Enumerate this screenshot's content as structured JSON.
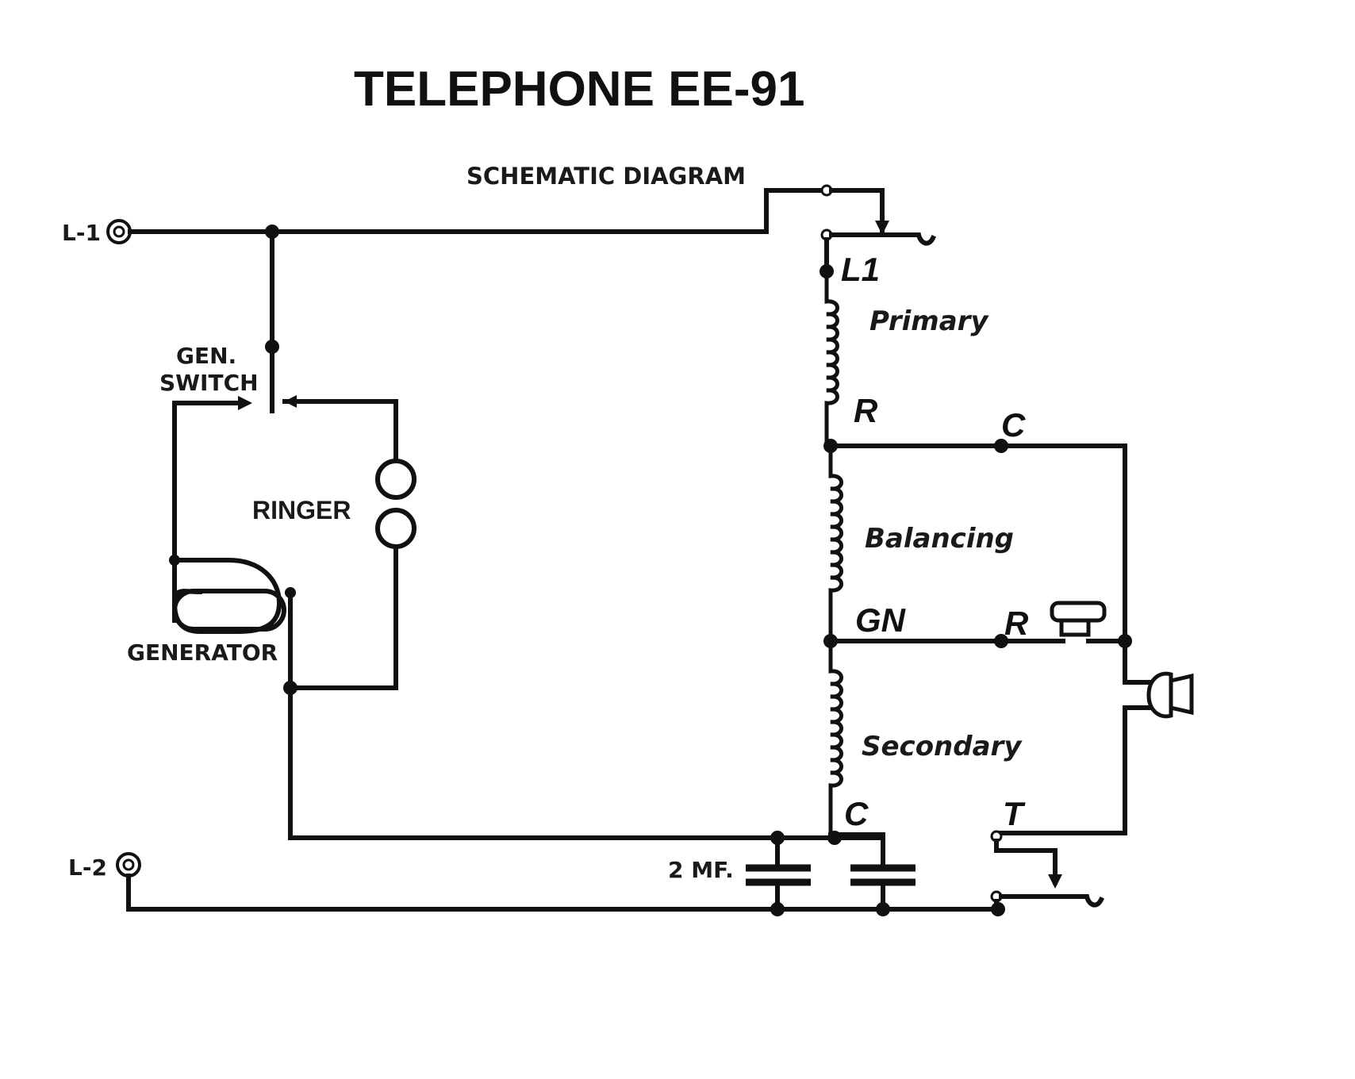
{
  "title": "TELEPHONE EE-91",
  "subtitle": "SCHEMATIC DIAGRAM",
  "labels": {
    "line1": "L-1",
    "line2": "L-2",
    "gen_switch_1": "GEN.",
    "gen_switch_2": "SWITCH",
    "ringer": "RINGER",
    "generator": "GENERATOR",
    "capacitor": "2 MF.",
    "t_l1": "L1",
    "primary": "Primary",
    "t_r": "R",
    "t_c_top": "C",
    "balancing": "Balancing",
    "t_gn": "GN",
    "t_r_receiver": "R",
    "secondary": "Secondary",
    "t_c_bottom": "C",
    "t_t": "T"
  },
  "components": [
    {
      "name": "line-terminal-L1",
      "type": "binding-post"
    },
    {
      "name": "line-terminal-L2",
      "type": "binding-post"
    },
    {
      "name": "generator-switch",
      "type": "switch"
    },
    {
      "name": "ringer",
      "type": "bell-coils"
    },
    {
      "name": "generator",
      "type": "magneto"
    },
    {
      "name": "hook-switch-upper",
      "type": "switch"
    },
    {
      "name": "induction-coil",
      "windings": [
        "Primary",
        "Balancing",
        "Secondary"
      ]
    },
    {
      "name": "receiver",
      "type": "earpiece"
    },
    {
      "name": "transmitter",
      "type": "microphone"
    },
    {
      "name": "capacitor-left",
      "value": "2 MF."
    },
    {
      "name": "capacitor-right",
      "value": "2 MF."
    },
    {
      "name": "hook-switch-lower",
      "type": "switch"
    }
  ]
}
